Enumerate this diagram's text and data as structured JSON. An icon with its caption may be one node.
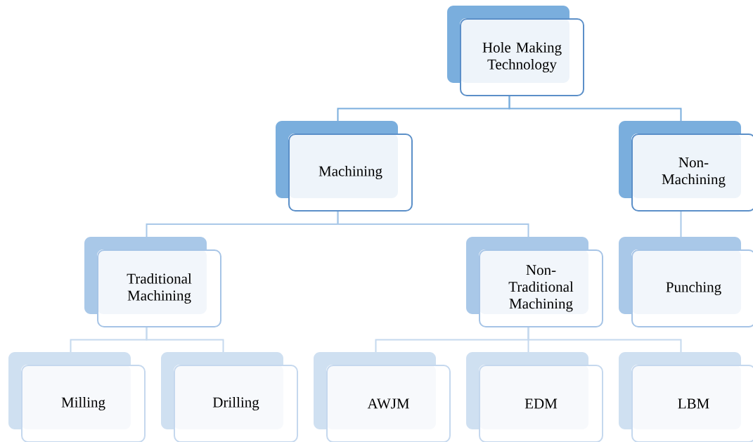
{
  "diagram": {
    "nodes": [
      {
        "text": [
          "Hole Making Technology"
        ]
      },
      {
        "text": [
          "Machining"
        ]
      },
      {
        "text": [
          "Non-Machining"
        ]
      },
      {
        "text": [
          "Traditional Machining"
        ]
      },
      {
        "text": [
          "Non-Traditional Machining"
        ]
      },
      {
        "text": [
          "Punching"
        ]
      },
      {
        "text": [
          "Milling"
        ]
      },
      {
        "text": [
          "Drilling"
        ]
      },
      {
        "text": [
          "AWJM"
        ]
      },
      {
        "text": [
          "EDM"
        ]
      },
      {
        "text": [
          "LBM"
        ]
      }
    ],
    "edges": [
      {
        "from": 0,
        "to": 1,
        "arrow": "none",
        "color": "#7aaedd"
      },
      {
        "from": 0,
        "to": 2,
        "arrow": "none",
        "color": "#7aaedd"
      },
      {
        "from": 1,
        "to": 3,
        "arrow": "none",
        "color": "#a9c8e8"
      },
      {
        "from": 1,
        "to": 4,
        "arrow": "none",
        "color": "#a9c8e8"
      },
      {
        "from": 2,
        "to": 5,
        "arrow": "none",
        "color": "#a9c8e8"
      },
      {
        "from": 3,
        "to": 6,
        "arrow": "none"
      },
      {
        "from": 3,
        "to": 7,
        "arrow": "none"
      },
      {
        "from": 4,
        "to": 8,
        "arrow": "none"
      },
      {
        "from": 4,
        "to": 9,
        "arrow": "none"
      },
      {
        "from": 4,
        "to": 10,
        "arrow": "none"
      }
    ]
  }
}
